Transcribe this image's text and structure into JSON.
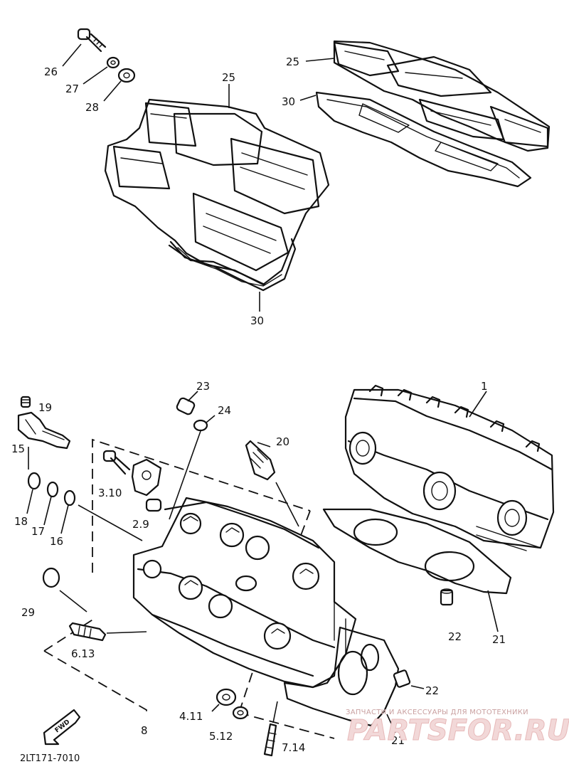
{
  "diagram": {
    "part_numbers": {
      "p1": "1",
      "p2_9": "2.9",
      "p3_10": "3.10",
      "p4_11": "4.11",
      "p5_12": "5.12",
      "p6_13": "6.13",
      "p7_14": "7.14",
      "p8": "8",
      "p15": "15",
      "p16": "16",
      "p17": "17",
      "p18": "18",
      "p19": "19",
      "p20": "20",
      "p21": "21",
      "p22": "22",
      "p23": "23",
      "p24": "24",
      "p25": "25",
      "p26": "26",
      "p27": "27",
      "p28": "28",
      "p29": "29",
      "p30": "30"
    },
    "direction_label": "FWD",
    "drawing_code": "2LT171-7010"
  },
  "watermark": {
    "tagline": "ЗАПЧАСТИ И АКСЕССУАРЫ ДЛЯ МОТОТЕХНИКИ",
    "brand": "PARTSFOR.RU"
  }
}
